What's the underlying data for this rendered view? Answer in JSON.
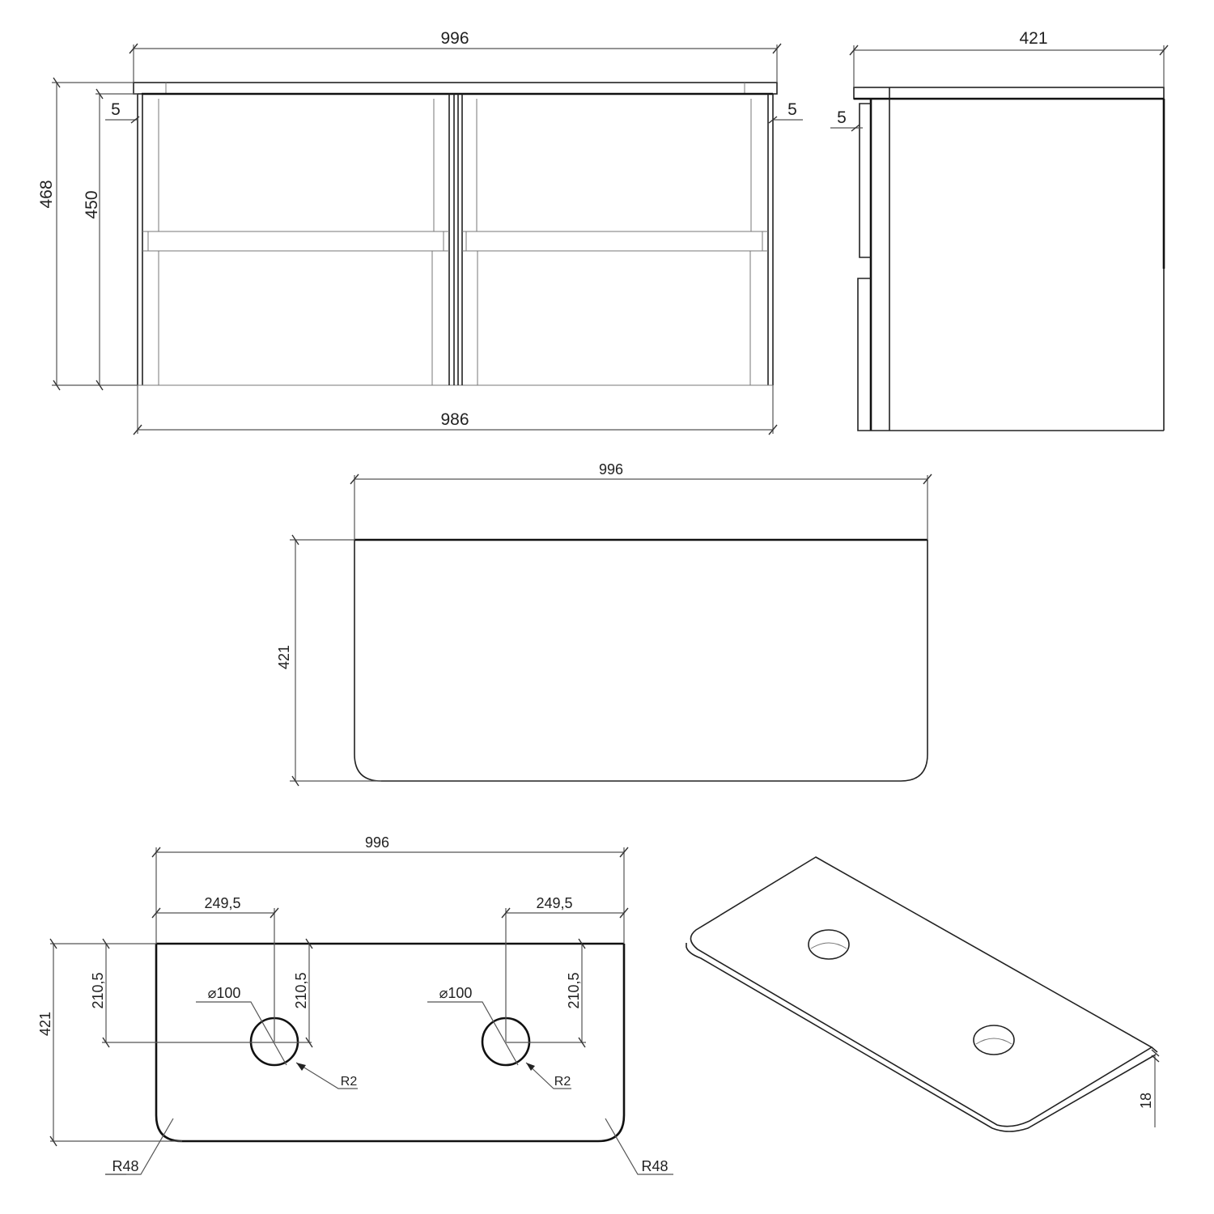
{
  "drawing": {
    "subject": "Double-basin bathroom vanity cabinet with countertop",
    "units": "mm",
    "colors": {
      "line": "#222222",
      "dimension": "#555555",
      "background": "#ffffff"
    }
  },
  "front_view": {
    "overall_width_top": "996",
    "overall_width_bottom": "986",
    "overall_height": "468",
    "body_height": "450",
    "left_door_gap": "5",
    "right_door_gap": "5",
    "drawer_columns": 2,
    "drawers_per_column": 2
  },
  "side_view": {
    "depth": "421",
    "front_gap": "5"
  },
  "top_view": {
    "width": "996",
    "depth": "421"
  },
  "countertop_plan": {
    "width": "996",
    "depth": "421",
    "left_hole_offset_x": "249,5",
    "right_hole_offset_x": "249,5",
    "left_hole_offset_y": "210,5",
    "left_hole_offset_y_inner": "210,5",
    "right_hole_offset_y": "210,5",
    "left_hole_diameter": "⌀100",
    "right_hole_diameter": "⌀100",
    "left_hole_edge_radius": "R2",
    "right_hole_edge_radius": "R2",
    "left_corner_radius": "R48",
    "right_corner_radius": "R48"
  },
  "isometric_view": {
    "thickness": "18",
    "holes": 2
  }
}
